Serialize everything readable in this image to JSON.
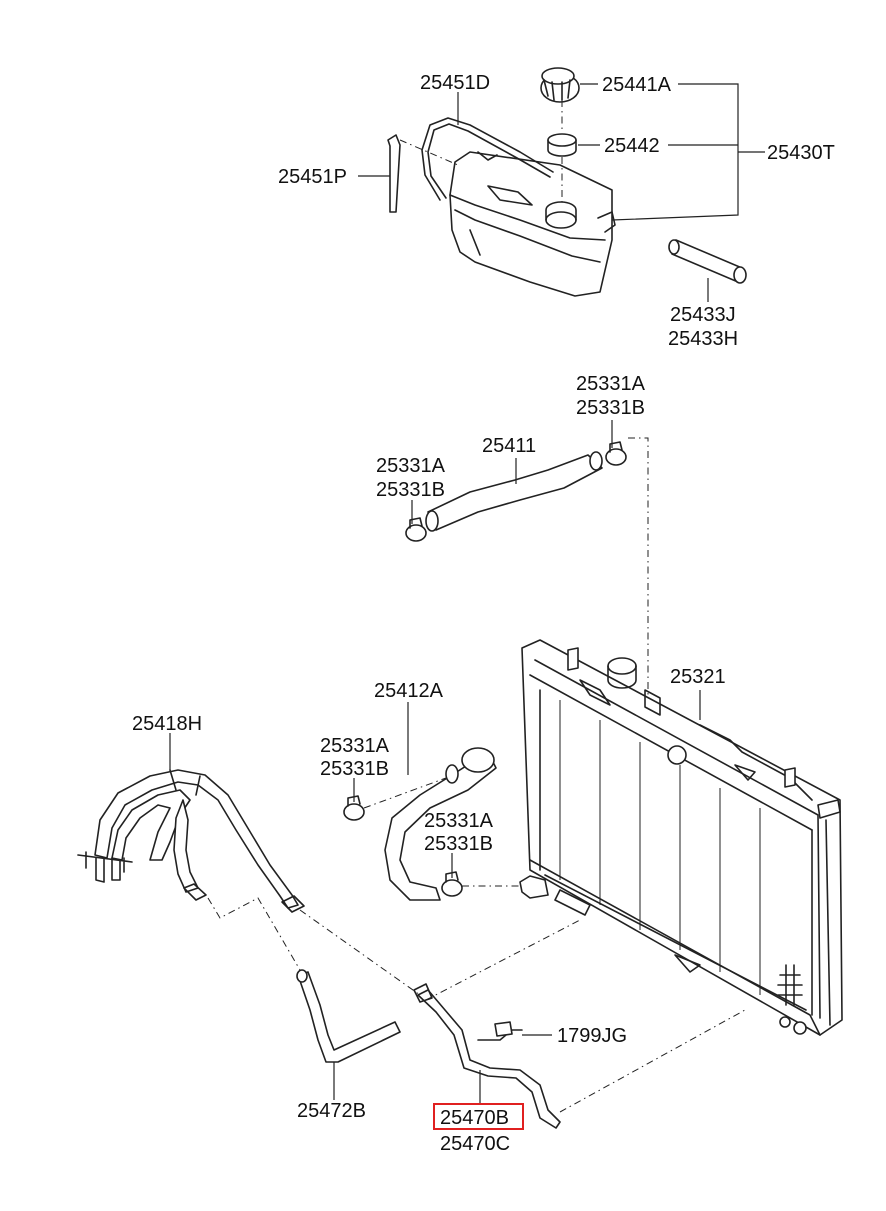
{
  "labels": {
    "p25451D": "25451D",
    "p25441A": "25441A",
    "p25442": "25442",
    "p25430T": "25430T",
    "p25451P": "25451P",
    "p25433J": "25433J",
    "p25433H": "25433H",
    "clamp_top_a": "25331A",
    "clamp_top_b": "25331B",
    "p25411": "25411",
    "clamp_upper_a": "25331A",
    "clamp_upper_b": "25331B",
    "p25412A": "25412A",
    "p25321": "25321",
    "p25418H": "25418H",
    "clamp_mid_a": "25331A",
    "clamp_mid_b": "25331B",
    "clamp_low_a": "25331A",
    "clamp_low_b": "25331B",
    "p1799JG": "1799JG",
    "p25472B": "25472B",
    "p25470B": "25470B",
    "p25470C": "25470C"
  },
  "highlight": {
    "part": "25470B",
    "color": "#e02020"
  }
}
